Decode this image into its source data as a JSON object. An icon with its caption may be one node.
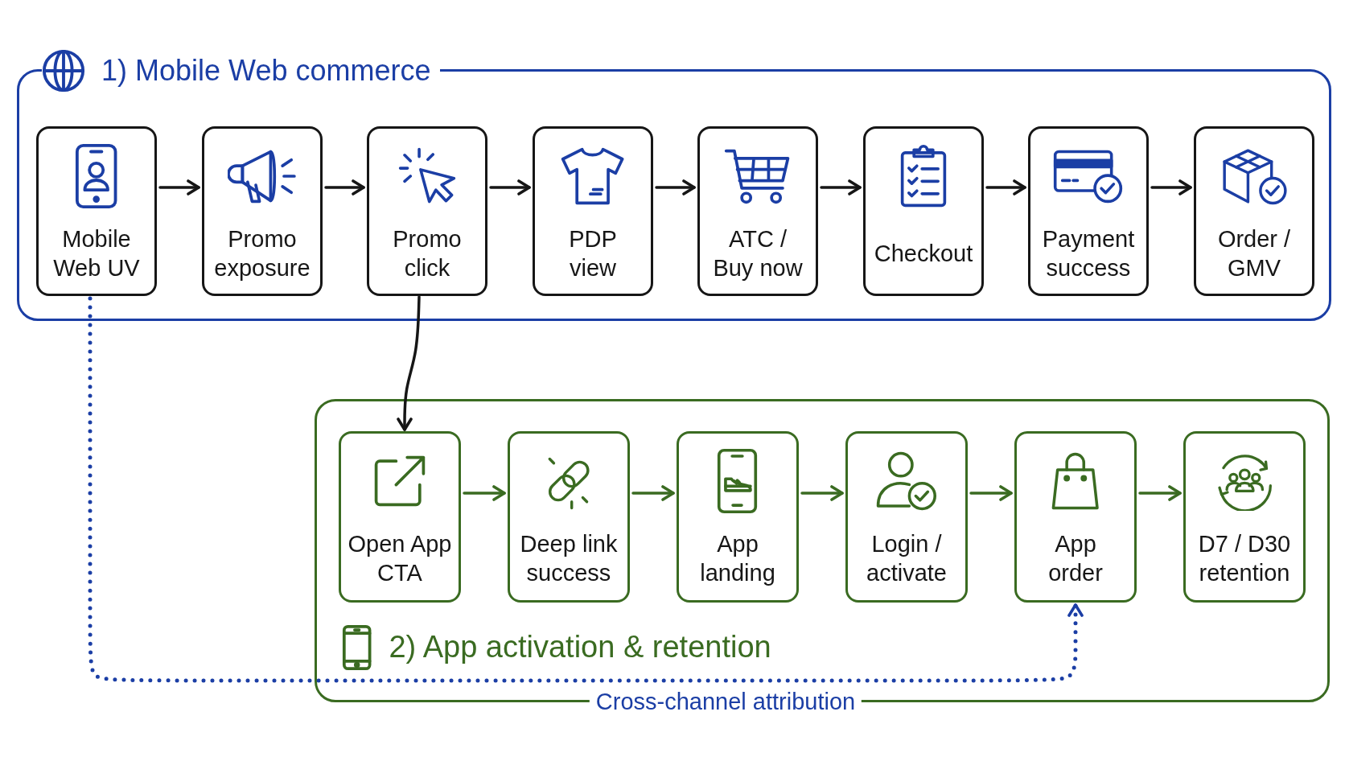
{
  "diagram": {
    "nodes": [
      {
        "text": [
          "1) Mobile Web commerce"
        ]
      },
      {
        "text": [
          "Mobile Web UV"
        ],
        "in": 0
      },
      {
        "text": [
          "Promo exposure"
        ],
        "in": 0
      },
      {
        "text": [
          "Promo click"
        ],
        "in": 0
      },
      {
        "text": [
          "PDP view"
        ],
        "in": 0
      },
      {
        "text": [
          "ATC / Buy now"
        ],
        "in": 0
      },
      {
        "text": [
          "Checkout"
        ],
        "in": 0
      },
      {
        "text": [
          "Payment success"
        ],
        "in": 0
      },
      {
        "text": [
          "Order / GMV"
        ],
        "in": 0
      },
      {
        "text": [
          "2) App activation & retention"
        ]
      },
      {
        "text": [
          "Open App CTA"
        ],
        "in": 9
      },
      {
        "text": [
          "Deep link success"
        ],
        "in": 9
      },
      {
        "text": [
          "App landing"
        ],
        "in": 9
      },
      {
        "text": [
          "Login / activate"
        ],
        "in": 9
      },
      {
        "text": [
          "App order"
        ],
        "in": 9
      },
      {
        "text": [
          "D7 / D30 retention"
        ],
        "in": 9
      }
    ],
    "edges": [
      {
        "from": 1,
        "to": 2,
        "arrow": "to"
      },
      {
        "from": 2,
        "to": 3,
        "arrow": "to"
      },
      {
        "from": 3,
        "to": 4,
        "arrow": "to"
      },
      {
        "from": 4,
        "to": 5,
        "arrow": "to"
      },
      {
        "from": 5,
        "to": 6,
        "arrow": "to"
      },
      {
        "from": 6,
        "to": 7,
        "arrow": "to"
      },
      {
        "from": 7,
        "to": 8,
        "arrow": "to"
      },
      {
        "from": 3,
        "to": 10,
        "arrow": "to"
      },
      {
        "from": 10,
        "to": 11,
        "arrow": "to",
        "color": "#3a6b21"
      },
      {
        "from": 11,
        "to": 12,
        "arrow": "to",
        "color": "#3a6b21"
      },
      {
        "from": 12,
        "to": 13,
        "arrow": "to",
        "color": "#3a6b21"
      },
      {
        "from": 13,
        "to": 14,
        "arrow": "to",
        "color": "#3a6b21"
      },
      {
        "from": 14,
        "to": 15,
        "arrow": "to",
        "color": "#3a6b21"
      },
      {
        "from": 1,
        "to": 14,
        "arrow": "to",
        "style": "dashed",
        "color": "#1b3ea5"
      }
    ],
    "labels": [
      "Cross-channel attribution"
    ]
  }
}
